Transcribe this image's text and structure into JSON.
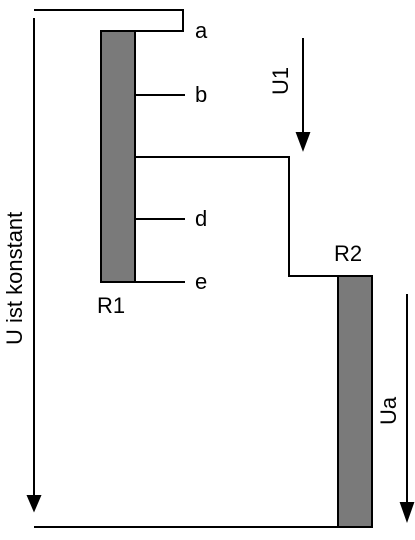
{
  "labels": {
    "tap_a": "a",
    "tap_b": "b",
    "tap_d": "d",
    "tap_e": "e",
    "r1": "R1",
    "r2": "R2",
    "u1": "U1",
    "ua": "Ua",
    "u_total": "U ist konstant"
  },
  "colors": {
    "resistor_fill": "#7a7a7a",
    "line": "#000000",
    "background": "#ffffff"
  }
}
